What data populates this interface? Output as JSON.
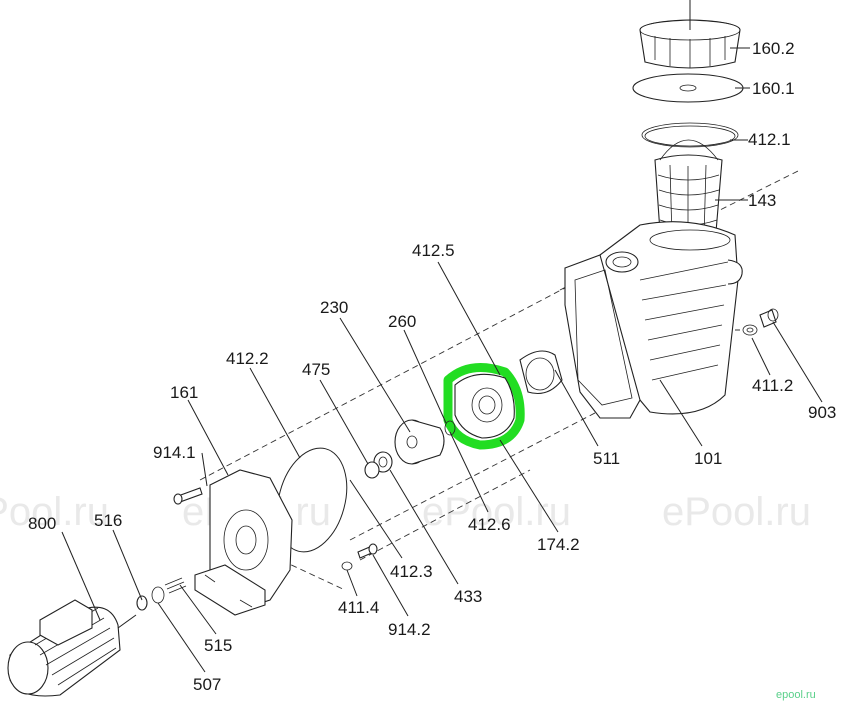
{
  "watermark": "ePool.ru",
  "brand": "epool.ru",
  "highlight_color": "#22dd22",
  "labels": {
    "p160_2": "160.2",
    "p160_1": "160.1",
    "p412_1": "412.1",
    "p143": "143",
    "p412_5": "412.5",
    "p230": "230",
    "p260": "260",
    "p412_2": "412.2",
    "p475": "475",
    "p161": "161",
    "p914_1": "914.1",
    "p411_2": "411.2",
    "p903": "903",
    "p511": "511",
    "p101": "101",
    "p800": "800",
    "p516": "516",
    "p412_6": "412.6",
    "p174_2": "174.2",
    "p412_3": "412.3",
    "p433": "433",
    "p411_4": "411.4",
    "p914_2": "914.2",
    "p515": "515",
    "p507": "507"
  }
}
